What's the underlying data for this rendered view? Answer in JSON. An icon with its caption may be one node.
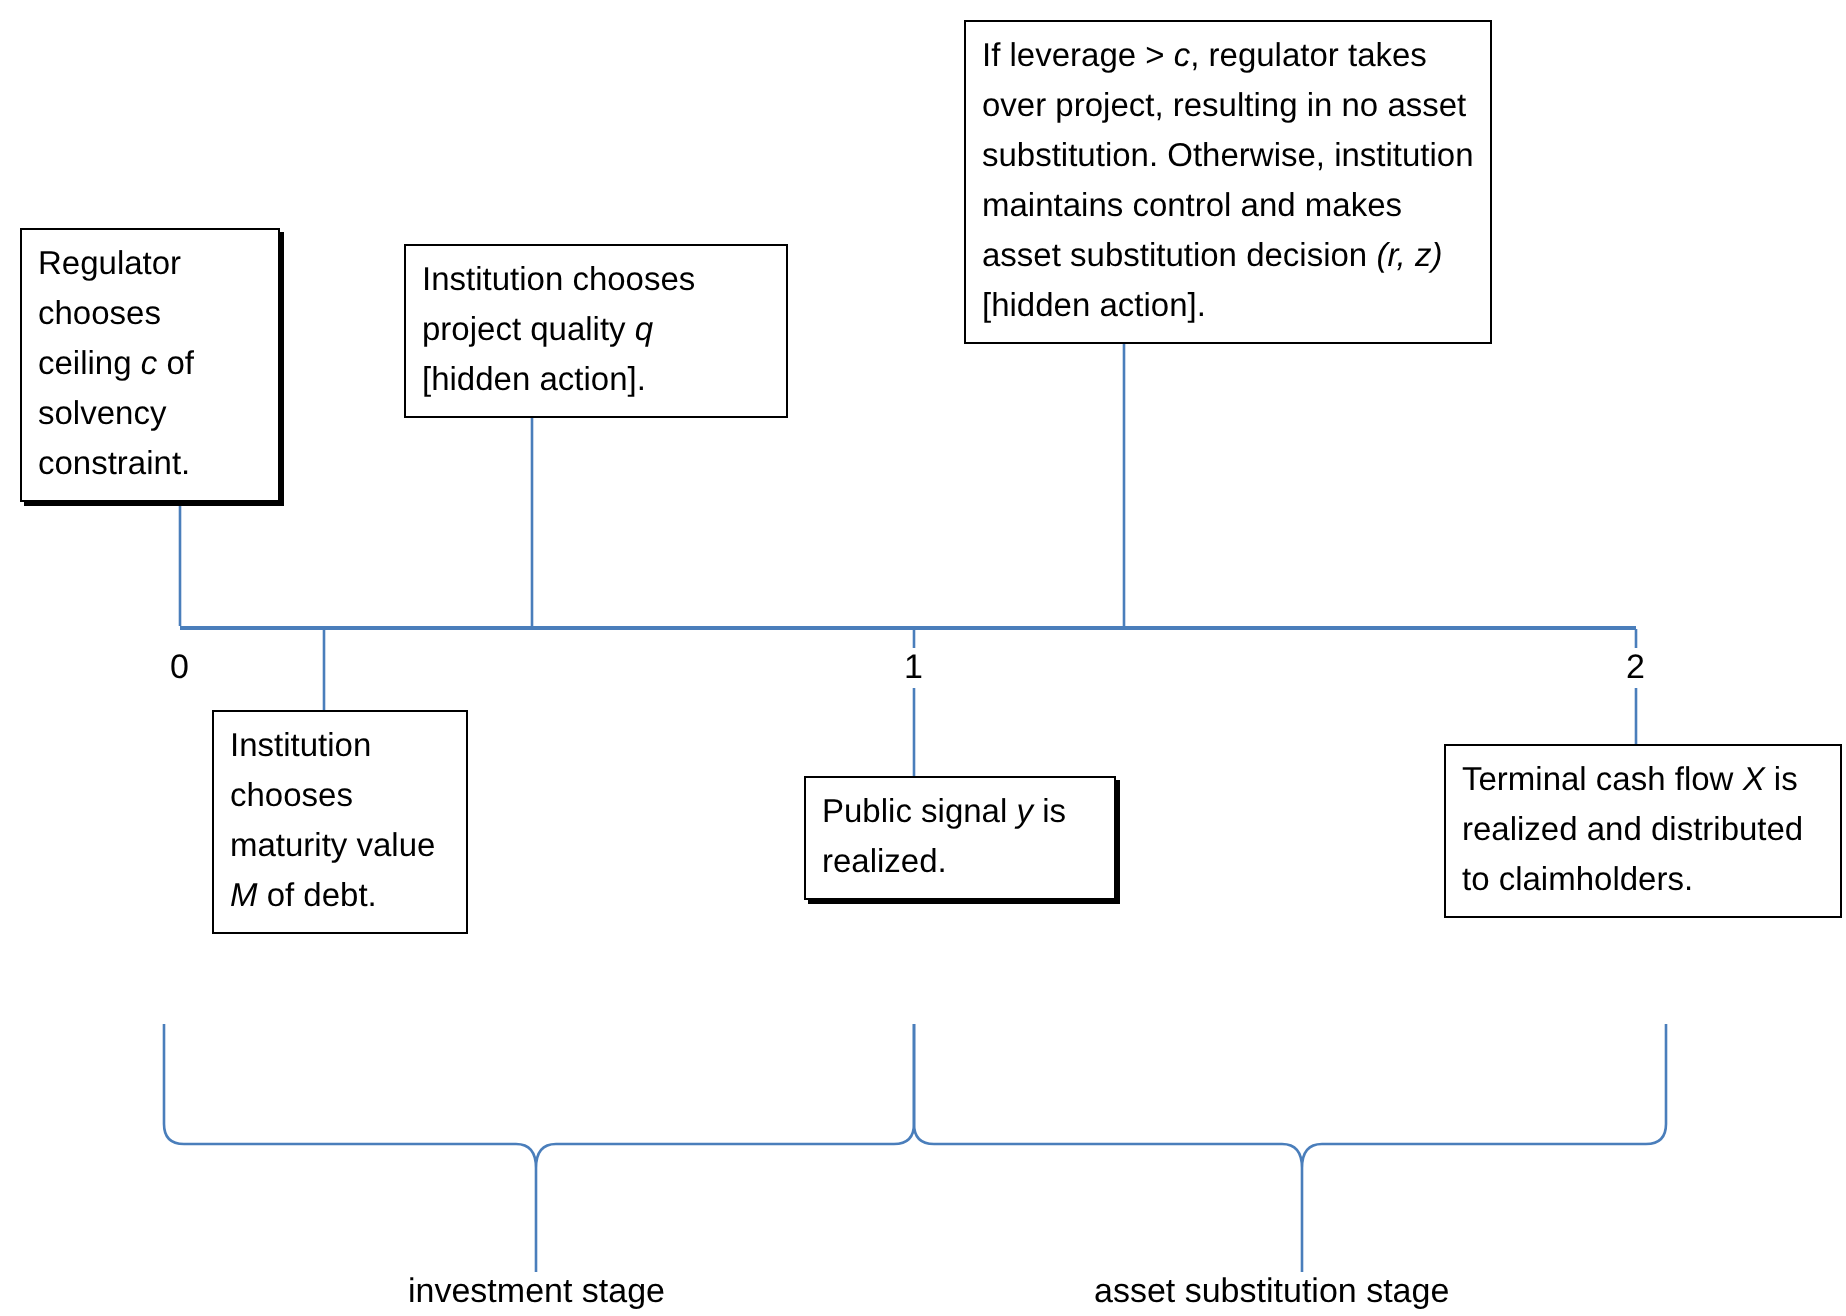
{
  "diagram": {
    "nodes": [
      {
        "text": [
          "Regulator chooses ceiling *c* of solvency constraint."
        ]
      },
      {
        "text": [
          "Institution chooses project quality *q* [hidden action]."
        ]
      },
      {
        "text": [
          "If leverage > *c*, regulator takes over project, resulting in no asset substitution. Otherwise, institution maintains control and makes asset substitution decision *(r, z)* [hidden action]."
        ]
      },
      {
        "text": [
          "Institution chooses maturity value *M* of debt."
        ]
      },
      {
        "text": [
          "Public signal *y* is realized."
        ]
      },
      {
        "text": [
          "Terminal cash flow *X* is realized and distributed to claimholders."
        ]
      },
      {
        "text": [],
        "shape": "bar"
      }
    ],
    "edges": [
      {
        "from": 0,
        "to": 6,
        "arrow": "none"
      },
      {
        "from": 1,
        "to": 6,
        "arrow": "none"
      },
      {
        "from": 2,
        "to": 6,
        "arrow": "none"
      },
      {
        "from": 3,
        "to": 6,
        "arrow": "none"
      },
      {
        "from": 4,
        "to": 6,
        "arrow": "none"
      },
      {
        "from": 5,
        "to": 6,
        "arrow": "none"
      }
    ],
    "labels": [
      "0",
      "1",
      "2",
      "investment stage",
      "asset substitution stage"
    ]
  }
}
